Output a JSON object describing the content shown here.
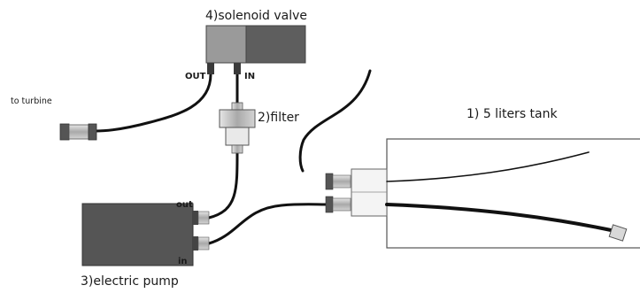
{
  "labels": {
    "solenoid_valve": "4)solenoid valve",
    "valve_out": "OUT",
    "valve_in": "IN",
    "filter": "2)filter",
    "to_turbine": "to turbine",
    "tank": "1) 5 liters tank",
    "pump_out": "out",
    "pump_in": "in",
    "electric_pump": "3)electric pump"
  },
  "colors": {
    "pump_body": "#555555",
    "valve_left": "#9a9a9a",
    "valve_right": "#5e5e5e",
    "tube": "#111111",
    "fitting": "#bdbdbd"
  }
}
